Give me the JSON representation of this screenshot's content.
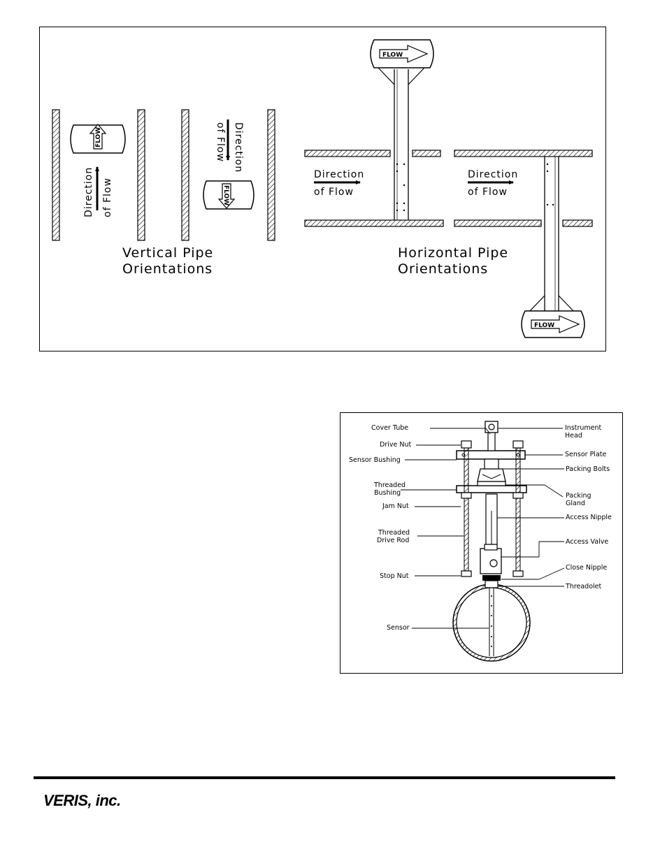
{
  "orientation_figure": {
    "vertical_caption_line1": "Vertical Pipe",
    "vertical_caption_line2": "Orientations",
    "horizontal_caption_line1": "Horizontal Pipe",
    "horizontal_caption_line2": "Orientations",
    "direction_line1": "Direction",
    "direction_line2": "of Flow",
    "flow_tag": "FLOW"
  },
  "installation_figure": {
    "labels_left": {
      "cover_tube": "Cover Tube",
      "drive_nut": "Drive Nut",
      "sensor_bushing": "Sensor Bushing",
      "threaded_bushing_1": "Threaded",
      "threaded_bushing_2": "Bushing",
      "jam_nut": "Jam Nut",
      "threaded_drive_rod_1": "Threaded",
      "threaded_drive_rod_2": "Drive Rod",
      "stop_nut": "Stop Nut",
      "sensor": "Sensor"
    },
    "labels_right": {
      "instrument_head_1": "Instrument",
      "instrument_head_2": "Head",
      "sensor_plate": "Sensor Plate",
      "packing_bolts": "Packing Bolts",
      "packing_gland_1": "Packing",
      "packing_gland_2": "Gland",
      "access_nipple": "Access Nipple",
      "access_valve": "Access Valve",
      "close_nipple": "Close Nipple",
      "threadolet": "Threadolet"
    }
  },
  "footer": {
    "logo_text": "VERIS, inc."
  }
}
